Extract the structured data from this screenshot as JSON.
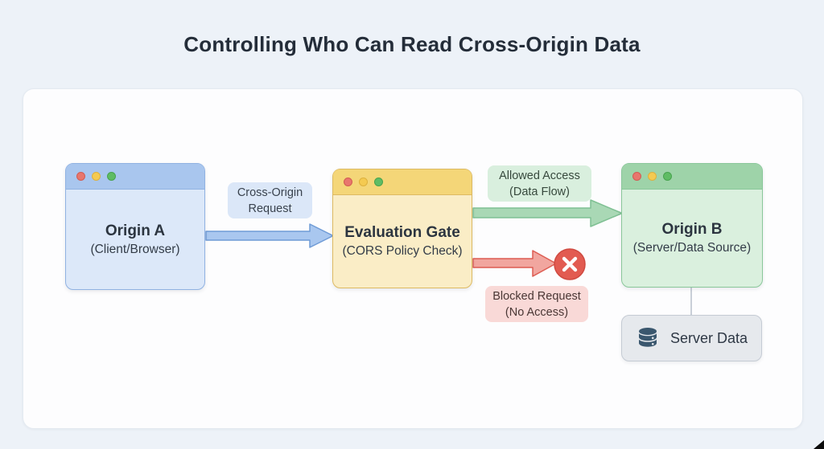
{
  "title": "Controlling Who Can Read Cross-Origin Data",
  "diagram": {
    "nodes": {
      "origin_a": {
        "title": "Origin A",
        "subtitle": "(Client/Browser)",
        "header_color": "#a9c6ee",
        "body_color": "#dce8f9"
      },
      "evaluation_gate": {
        "title": "Evaluation Gate",
        "subtitle": "(CORS Policy Check)",
        "header_color": "#f4d678",
        "body_color": "#faedc6"
      },
      "origin_b": {
        "title": "Origin B",
        "subtitle": "(Server/Data Source)",
        "header_color": "#9ed3a9",
        "body_color": "#daf0de"
      },
      "server_data": {
        "label": "Server Data",
        "icon": "database-icon",
        "icon_color": "#3a576e",
        "background": "#e6e9ed"
      }
    },
    "edges": {
      "cross_origin_request": {
        "label": "Cross-Origin Request",
        "arrow_color": "#a9c7ef",
        "from": "origin_a",
        "to": "evaluation_gate"
      },
      "allowed_access": {
        "label": "Allowed Access (Data Flow)",
        "arrow_color": "#a9d8b5",
        "from": "evaluation_gate",
        "to": "origin_b"
      },
      "blocked_request": {
        "label": "Blocked Request (No Access)",
        "arrow_color": "#f1a69f",
        "terminal_icon": "x-circle-icon",
        "terminal_color": "#e25b51",
        "from": "evaluation_gate"
      }
    },
    "window_controls": [
      "red",
      "yellow",
      "green"
    ]
  }
}
